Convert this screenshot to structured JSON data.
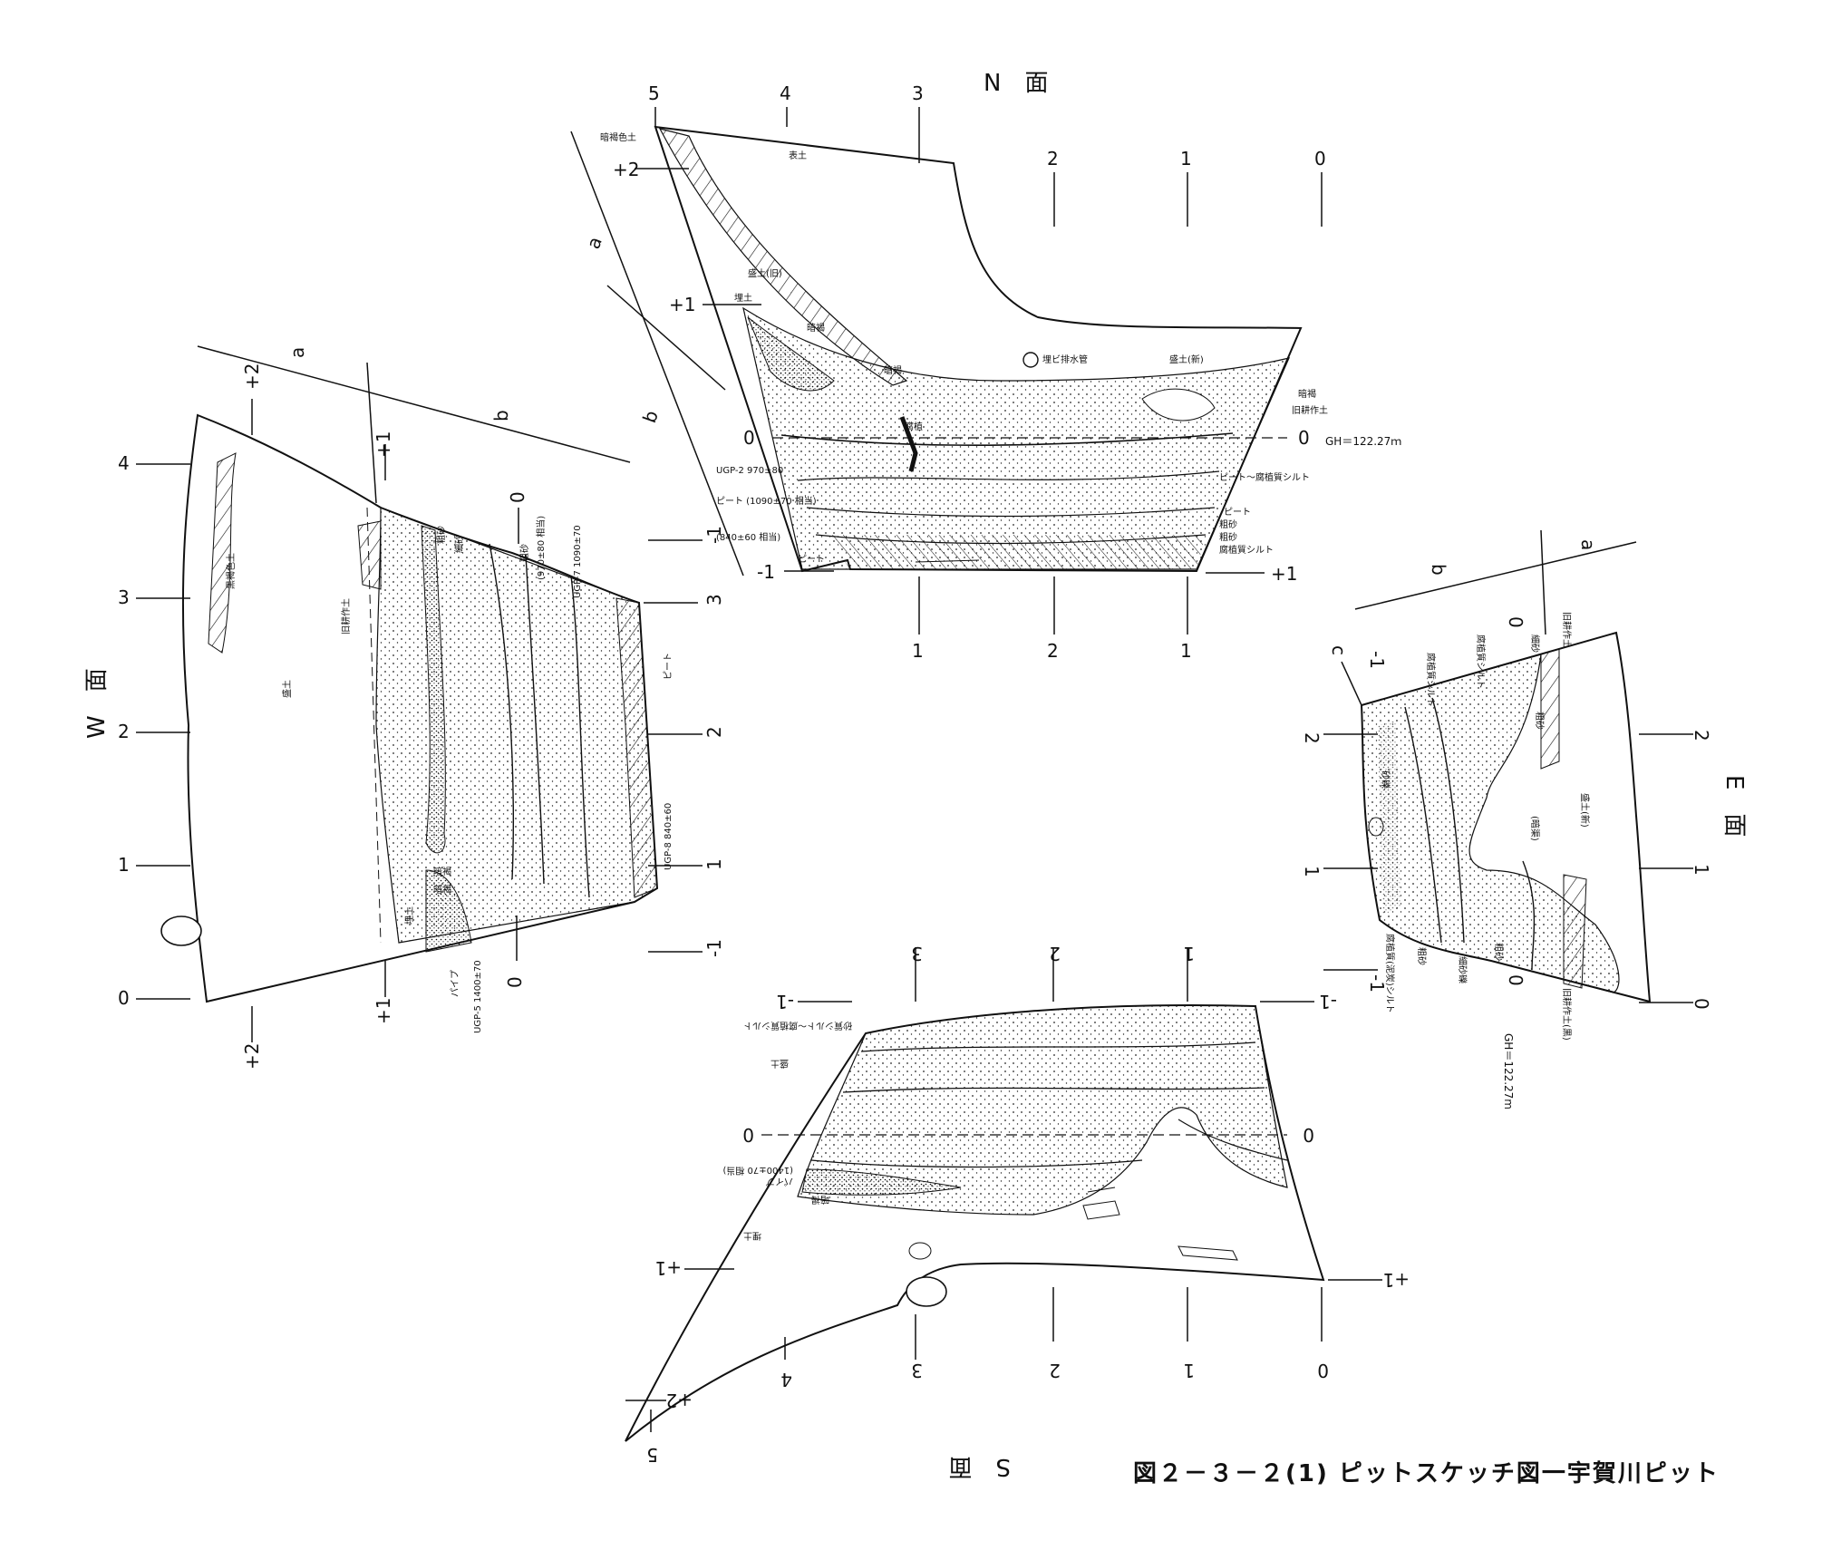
{
  "caption": "図２－３－２(1) ピットスケッチ図一宇賀川ピット",
  "faces": {
    "north": "N　面",
    "west": "W　面",
    "east": "E　面",
    "south": "S　面"
  },
  "north_panel": {
    "top_ticks": [
      "5",
      "4",
      "3",
      "2",
      "1",
      "0"
    ],
    "bottom_ticks": [
      "1",
      "2",
      "1"
    ],
    "left_levels": [
      "+2",
      "+1",
      "0",
      "-1"
    ],
    "right_levels": [
      "0",
      "+1"
    ],
    "lines": [
      "a",
      "b"
    ],
    "gh": "GH＝122.27ｍ",
    "layers": [
      "暗褐色土",
      "表土",
      "盛土(旧)",
      "埋土",
      "暗褐",
      "暗褐",
      "埋ビ排水管",
      "盛土(新)",
      "暗褐",
      "旧耕作土",
      "腐植",
      "ピート～腐植質シルト",
      "ピート",
      "粗砂",
      "粗砂",
      "腐植質シルト",
      "ピート"
    ],
    "dates": [
      "UGP-2 970±80",
      "ピート (1090±70 相当)",
      "(840±60 相当)"
    ]
  },
  "west_panel": {
    "left_ticks": [
      "4",
      "3",
      "2",
      "1",
      "0"
    ],
    "right_ticks": [
      "-1",
      "3",
      "2",
      "1",
      "-1"
    ],
    "top_levels": [
      "+2",
      "+1",
      "0"
    ],
    "bottom_levels": [
      "+2",
      "+1",
      "0"
    ],
    "lines": [
      "a",
      "b"
    ],
    "layers": [
      "黒褐色土",
      "旧耕作土",
      "盛土",
      "粗砂",
      "細砂",
      "粗砂",
      "ピート",
      "埋土",
      "暗褐",
      "暗褐",
      "パイプ"
    ],
    "dates": [
      "UGP-7 1090±70",
      "(970±80 相当)",
      "UGP-8 840±60",
      "UGP-5 1400±70"
    ]
  },
  "east_panel": {
    "left_ticks": [
      "-1",
      "2",
      "1",
      "-1"
    ],
    "right_ticks": [
      "2",
      "1",
      "0"
    ],
    "top_levels": [
      "0"
    ],
    "bottom_levels": [
      "0"
    ],
    "lines": [
      "a",
      "b",
      "c"
    ],
    "gh": "GH＝122.27m",
    "layers": [
      "旧耕作土",
      "細砂",
      "腐植質シルト",
      "腐植質シルト",
      "粗砂",
      "盛土(新)",
      "(暗渠)",
      "砂礫",
      "腐植質(泥炭)シルト",
      "粗砂",
      "細砂礫",
      "粗砂",
      "旧耕作土(黒)"
    ]
  },
  "south_panel": {
    "top_ticks": [
      "3",
      "2",
      "1"
    ],
    "bottom_ticks": [
      "4",
      "3",
      "2",
      "1",
      "0"
    ],
    "levels": [
      "-1",
      "-1",
      "0",
      "0",
      "+1",
      "+1",
      "+2"
    ],
    "bottom_end": "5",
    "layers": [
      "砂質シルト～腐植質シルト",
      "盛土",
      "パイプ",
      "暗褐",
      "埋土"
    ],
    "dates": [
      "(1400±70 相当)"
    ]
  }
}
